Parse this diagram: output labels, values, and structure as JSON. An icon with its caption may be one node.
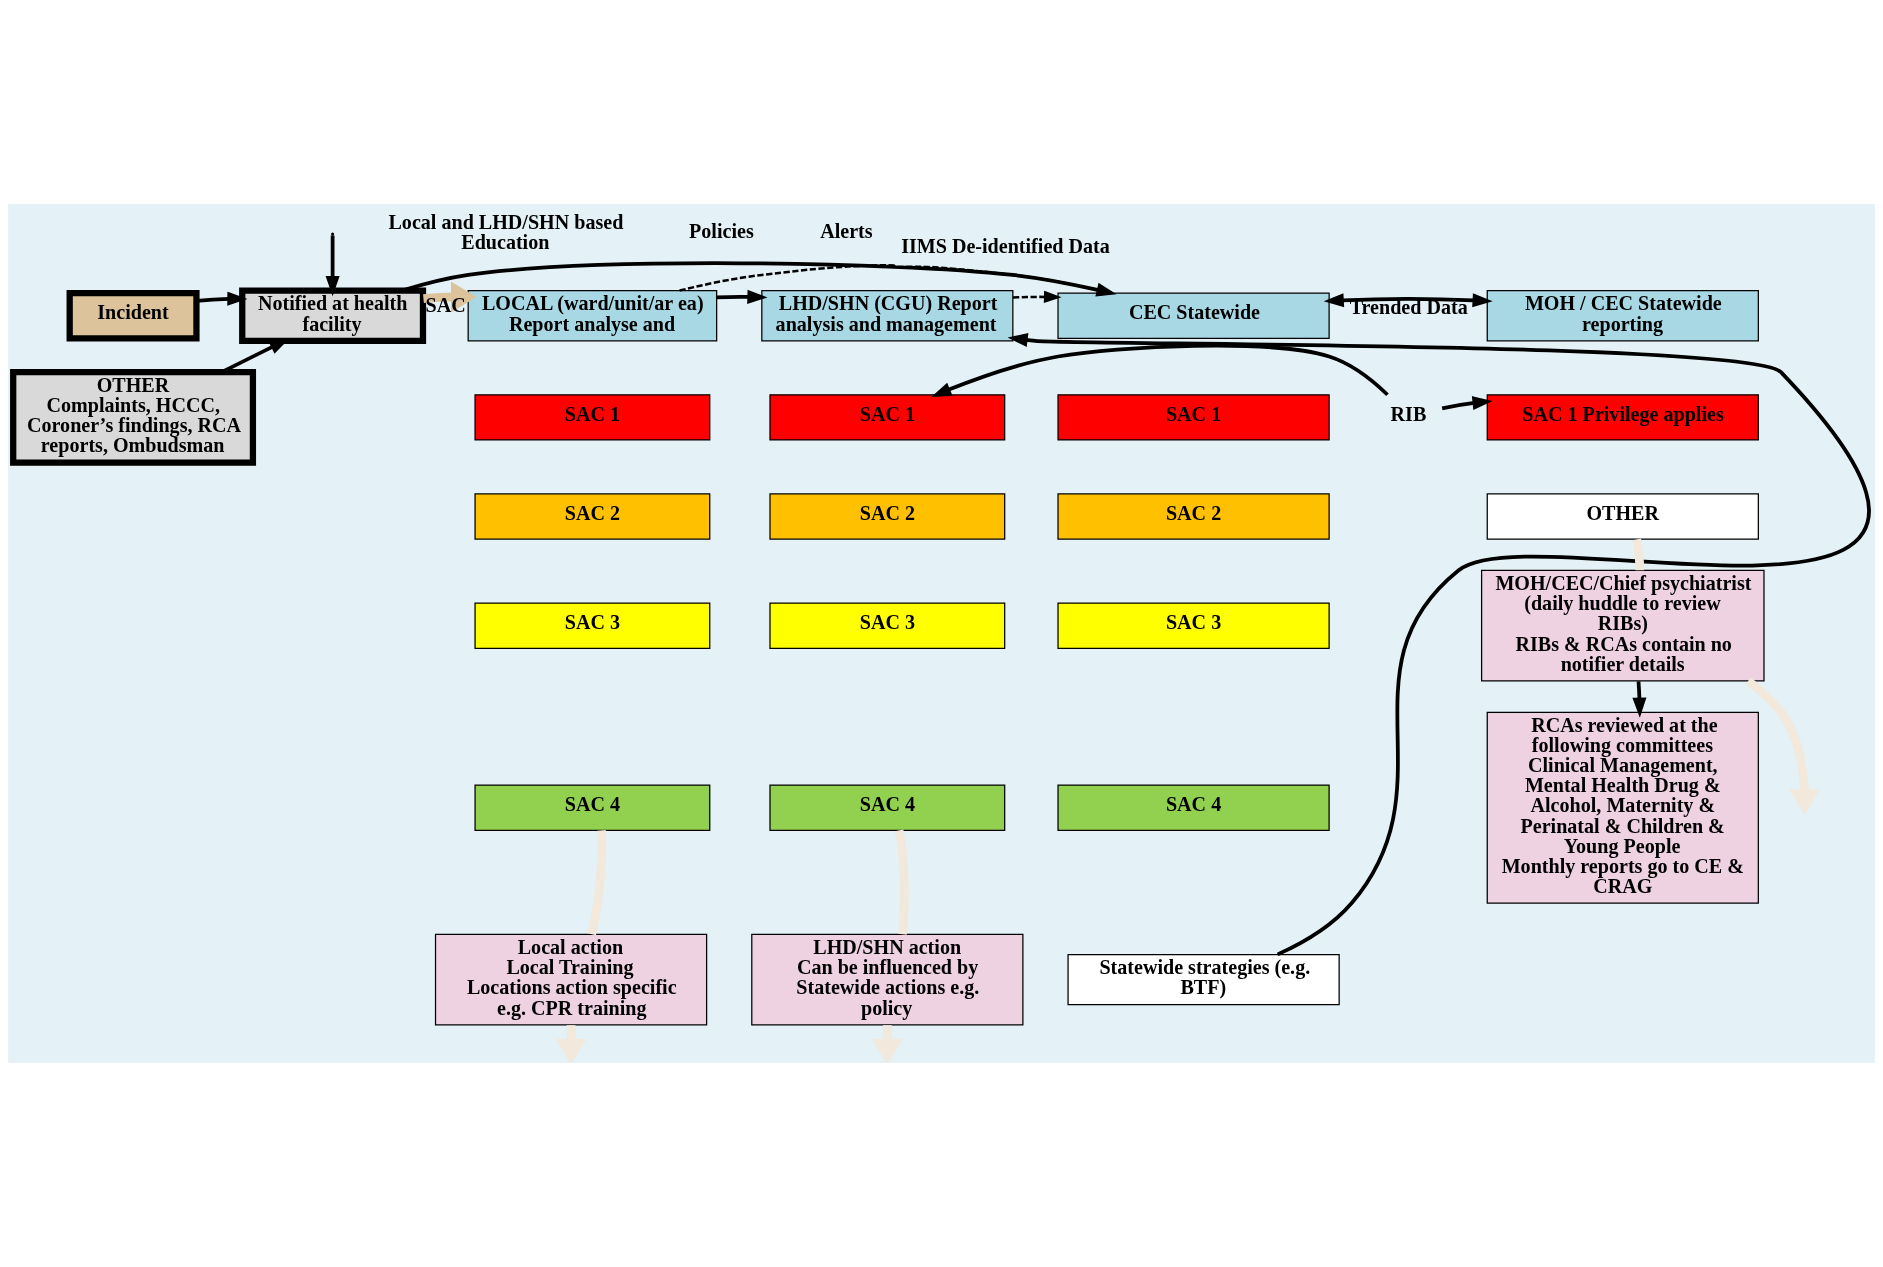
{
  "diagram": {
    "nodes": [
      {
        "text": [
          "Incident"
        ]
      },
      {
        "text": [
          "Notified at health facility"
        ]
      },
      {
        "text": [
          "OTHER",
          "Complaints, HCCC, Coroner’s findings, RCA reports, Ombudsman"
        ]
      },
      {
        "text": [
          "LOCAL (ward/unit/ar ea) Report analyse and"
        ]
      },
      {
        "text": [
          "SAC 1"
        ]
      },
      {
        "text": [
          "SAC 2"
        ]
      },
      {
        "text": [
          "SAC 3"
        ]
      },
      {
        "text": [
          "SAC 4"
        ]
      },
      {
        "text": [
          "LHD/SHN (CGU) Report analysis and management"
        ]
      },
      {
        "text": [
          "SAC 1"
        ]
      },
      {
        "text": [
          "SAC 2"
        ]
      },
      {
        "text": [
          "SAC 3"
        ]
      },
      {
        "text": [
          "SAC 4"
        ]
      },
      {
        "text": [
          "CEC Statewide"
        ]
      },
      {
        "text": [
          "SAC 1"
        ]
      },
      {
        "text": [
          "SAC 2"
        ]
      },
      {
        "text": [
          "SAC 3"
        ]
      },
      {
        "text": [
          "SAC 4"
        ]
      },
      {
        "text": [
          "Statewide strategies (e.g. BTF)"
        ]
      },
      {
        "text": [
          "MOH / CEC Statewide reporting"
        ]
      },
      {
        "text": [
          "SAC 1 Privilege applies"
        ]
      },
      {
        "text": [
          "OTHER"
        ]
      },
      {
        "text": [
          "Local action",
          "Local Training",
          "Locations action specific",
          "e.g. CPR training"
        ]
      },
      {
        "text": [
          "LHD/SHN action",
          "Can be influenced by Statewide actions e.g. policy"
        ]
      },
      {
        "text": [
          "RCAs reviewed at the following committees",
          "Clinical Management, Mental Health Drug & Alcohol, Maternity & Perinatal & Children & Young People",
          "Monthly reports go to CE & CRAG"
        ]
      },
      {
        "text": [
          "MOH/CEC/Chief psychiatrist (daily huddle to review RIBs)",
          "RIBs & RCAs contain no notifier details"
        ]
      },
      {
        "text": [
          "RIB"
        ]
      }
    ],
    "edges": [
      {
        "from": 0,
        "to": 1,
        "arrow": "to"
      },
      {
        "from": 2,
        "to": 1,
        "arrow": "to"
      },
      {
        "from": 1,
        "to": 3,
        "label": "SAC",
        "arrow": "to",
        "style": "thick",
        "color": "#dcc39c"
      },
      {
        "from": 1,
        "to": 13,
        "arrow": "to"
      },
      {
        "from": 3,
        "to": 13,
        "label": "IIMS De-identified Data",
        "arrow": "to",
        "style": "dashed"
      },
      {
        "from": 8,
        "to": 13,
        "arrow": "to",
        "style": "dashed"
      },
      {
        "from": 3,
        "to": 8,
        "arrow": "to"
      },
      {
        "from": 18,
        "to": 8,
        "arrow": "to"
      },
      {
        "from": 26,
        "to": 9,
        "arrow": "to"
      },
      {
        "from": 26,
        "to": 20,
        "arrow": "to"
      },
      {
        "from": 19,
        "to": 13,
        "label": "Trended Data",
        "arrow": "both"
      },
      {
        "from": 25,
        "to": 24,
        "arrow": "to"
      },
      {
        "from": 7,
        "to": 22,
        "arrow": "none",
        "style": "thick",
        "color": "#f2e8dc"
      },
      {
        "from": 12,
        "to": 23,
        "arrow": "none",
        "style": "thick",
        "color": "#f2e8dc"
      },
      {
        "from": 21,
        "to": 25,
        "arrow": "none",
        "style": "thick",
        "color": "#f2e8dc"
      },
      {
        "from": 22,
        "to": null,
        "arrow": "to",
        "style": "thick",
        "color": "#f2e8dc"
      },
      {
        "from": 23,
        "to": null,
        "arrow": "to",
        "style": "thick",
        "color": "#f2e8dc"
      },
      {
        "from": 25,
        "to": null,
        "arrow": "to",
        "style": "thick",
        "color": "#f2e8dc"
      },
      {
        "from": null,
        "to": 1,
        "arrow": "to"
      }
    ],
    "labels": [
      "Local and LHD/SHN based Education",
      "Policies",
      "Alerts"
    ]
  }
}
